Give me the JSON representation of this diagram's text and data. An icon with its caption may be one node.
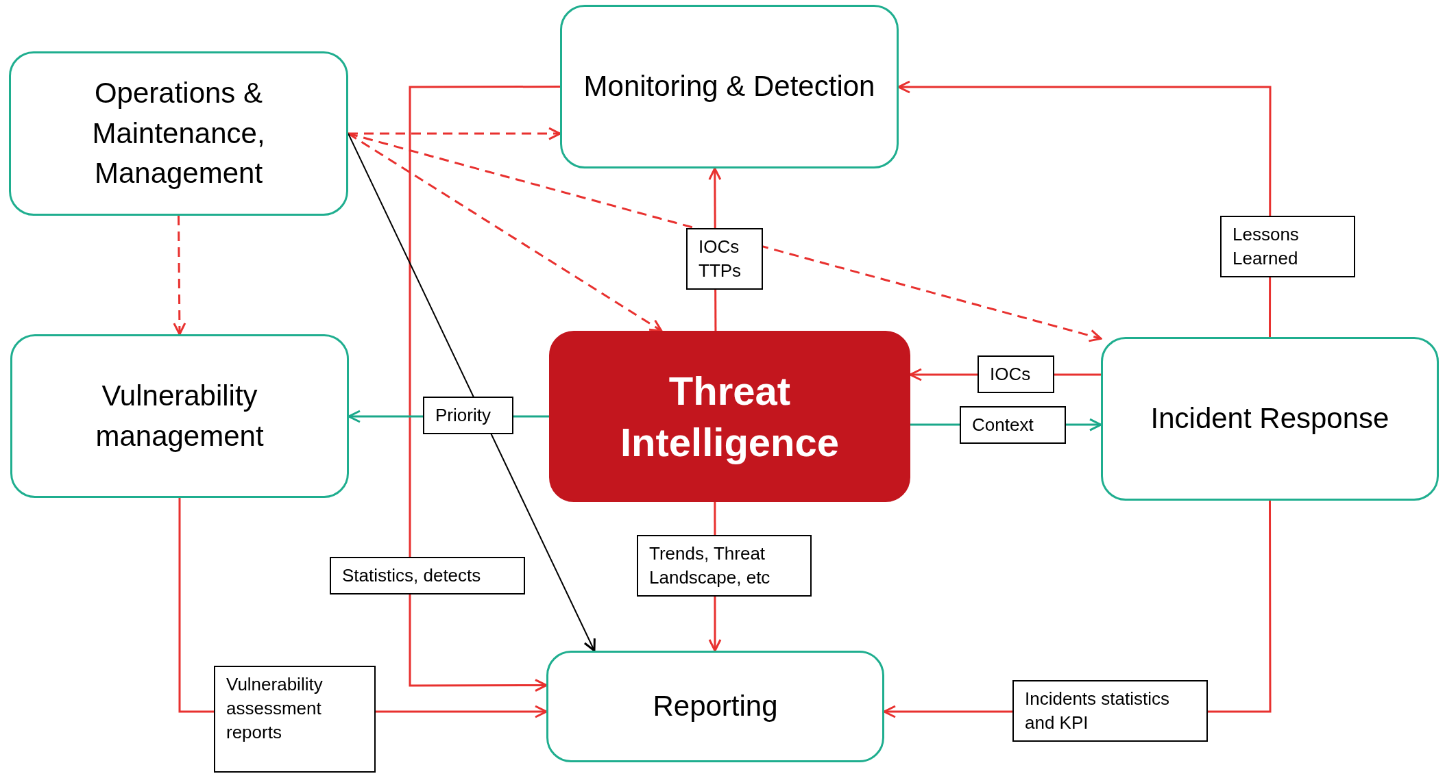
{
  "diagram": {
    "nodes": [
      {
        "text": [
          "Monitoring & Detection"
        ]
      },
      {
        "text": [
          "Operations & Maintenance, Management"
        ]
      },
      {
        "text": [
          "Vulnerability management"
        ]
      },
      {
        "text": [
          "Threat Intelligence"
        ]
      },
      {
        "text": [
          "Incident Response"
        ]
      },
      {
        "text": [
          "Reporting"
        ]
      }
    ],
    "edges": [
      {
        "from": 0,
        "to": 5,
        "arrow": "to",
        "label": "Statistics, detects"
      },
      {
        "from": 2,
        "to": 5,
        "arrow": "to",
        "label": "Vulnerability assessment reports"
      },
      {
        "from": 4,
        "to": 5,
        "arrow": "to",
        "label": "Incidents statistics and KPI"
      },
      {
        "from": 3,
        "to": 5,
        "arrow": "to",
        "label": "Trends, Threat Landscape, etc"
      },
      {
        "from": 3,
        "to": 0,
        "arrow": "to",
        "label": "IOCs TTPs"
      },
      {
        "from": 3,
        "to": 2,
        "arrow": "to",
        "label": "Priority",
        "color": "#1aa88a"
      },
      {
        "from": 4,
        "to": 3,
        "arrow": "to",
        "label": "IOCs"
      },
      {
        "from": 3,
        "to": 4,
        "arrow": "to",
        "label": "Context",
        "color": "#1aa88a"
      },
      {
        "from": 4,
        "to": 0,
        "arrow": "to",
        "label": "Lessons Learned"
      },
      {
        "from": 1,
        "to": 0,
        "arrow": "to",
        "style": "dashed"
      },
      {
        "from": 1,
        "to": 3,
        "arrow": "to",
        "style": "dashed"
      },
      {
        "from": 1,
        "to": 4,
        "arrow": "to",
        "style": "dashed"
      },
      {
        "from": 1,
        "to": 2,
        "arrow": "to",
        "style": "dashed"
      },
      {
        "from": 1,
        "to": 5,
        "arrow": "to",
        "color": "#000000"
      }
    ]
  }
}
